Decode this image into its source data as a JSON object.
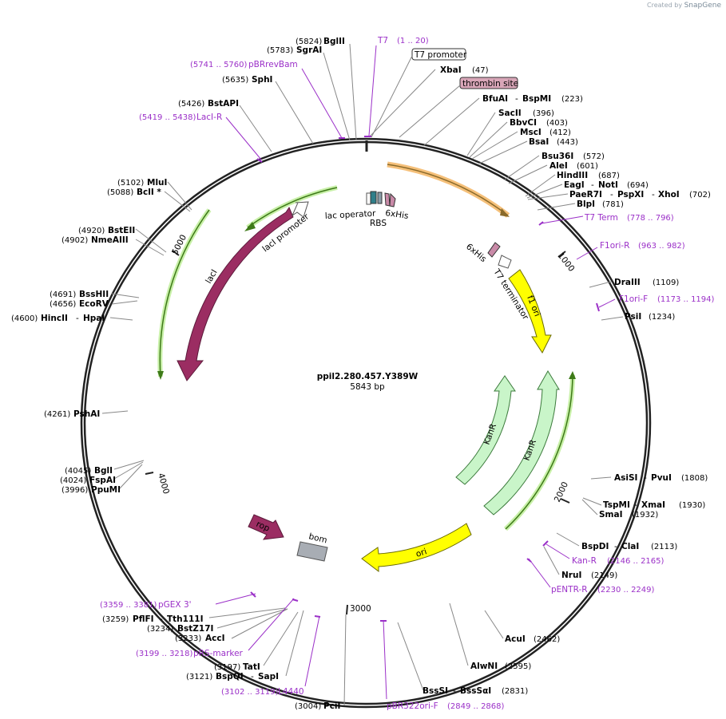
{
  "credit": {
    "text": "Created by",
    "brand": "SnapGene"
  },
  "plasmid": {
    "name": "ppil2.280.457.Y389W",
    "length_text": "5843 bp"
  },
  "colors": {
    "kan": "#c9f5c9",
    "f1ori": "#ffff00",
    "laci": "#9b2d62",
    "t7prim": "#9b30c8",
    "bom": "#a8adb4"
  },
  "ticks": [
    {
      "text": "1000"
    },
    {
      "text": "2000"
    },
    {
      "text": "3000"
    },
    {
      "text": "4000"
    },
    {
      "text": "5000"
    }
  ],
  "sites": [
    {
      "name": "BglII",
      "pos": "(5824)"
    },
    {
      "name": "SgrAI",
      "pos": "(5783)"
    },
    {
      "name": "SphI",
      "pos": "(5635)"
    },
    {
      "name": "BstAPI",
      "pos": "(5426)"
    },
    {
      "name": "XbaI",
      "pos": "(47)"
    },
    {
      "name": "BfuAI",
      "extra": "BspMI",
      "pos": "(223)"
    },
    {
      "name": "SacII",
      "pos": "(396)"
    },
    {
      "name": "BbvCI",
      "pos": "(403)"
    },
    {
      "name": "MscI",
      "pos": "(412)"
    },
    {
      "name": "BsaI",
      "pos": "(443)"
    },
    {
      "name": "Bsu36I",
      "pos": "(572)"
    },
    {
      "name": "AleI",
      "pos": "(601)"
    },
    {
      "name": "HindIII",
      "pos": "(687)"
    },
    {
      "name": "EagI",
      "extra": "NotI",
      "pos": "(694)"
    },
    {
      "name": "PaeR7I",
      "extra": "PspXI",
      "extra2": "XhoI",
      "pos": "(702)"
    },
    {
      "name": "BlpI",
      "pos": "(781)"
    },
    {
      "name": "DraIII",
      "pos": "(1109)"
    },
    {
      "name": "PsiI",
      "pos": "(1234)"
    },
    {
      "name": "AsiSI",
      "extra": "PvuI",
      "pos": "(1808)"
    },
    {
      "name": "TspMI",
      "extra": "XmaI",
      "pos": "(1930)"
    },
    {
      "name": "SmaI",
      "pos": "(1932)"
    },
    {
      "name": "BspDI",
      "extra": "ClaI",
      "pos": "(2113)"
    },
    {
      "name": "NruI",
      "pos": "(2149)"
    },
    {
      "name": "AcuI",
      "pos": "(2462)"
    },
    {
      "name": "AlwNI",
      "pos": "(2595)"
    },
    {
      "name": "BssSI",
      "extra": "BssSαI",
      "pos": "(2831)"
    },
    {
      "name": "PciI",
      "pos": "(3004)"
    },
    {
      "name": "BspQI",
      "extra": "SapI",
      "pos": "(3121)"
    },
    {
      "name": "TatI",
      "pos": "(3197)"
    },
    {
      "name": "AccI",
      "pos": "(3233)"
    },
    {
      "name": "BstZ17I",
      "pos": "(3234)"
    },
    {
      "name": "PflFI",
      "extra": "Tth111I",
      "pos": "(3259)"
    },
    {
      "name": "PpuMI",
      "pos": "(3996)"
    },
    {
      "name": "FspAI",
      "pos": "(4024)"
    },
    {
      "name": "BglI",
      "pos": "(4045)"
    },
    {
      "name": "PshAI",
      "pos": "(4261)"
    },
    {
      "name": "HincII",
      "extra": "HpaI",
      "pos": "(4600)"
    },
    {
      "name": "EcoRV",
      "pos": "(4656)"
    },
    {
      "name": "BssHII",
      "pos": "(4691)"
    },
    {
      "name": "NmeAIII",
      "pos": "(4902)"
    },
    {
      "name": "BstEII",
      "pos": "(4920)"
    },
    {
      "name": "BclI *",
      "pos": "(5088)"
    },
    {
      "name": "MluI",
      "pos": "(5102)"
    }
  ],
  "primers": [
    {
      "name": "T7",
      "pos": "(1 .. 20)"
    },
    {
      "name": "pBRrevBam",
      "pos": "(5741 .. 5760)"
    },
    {
      "name": "LacI-R",
      "pos": "(5419 .. 5438)"
    },
    {
      "name": "T7 Term",
      "pos": "(778 .. 796)"
    },
    {
      "name": "F1ori-R",
      "pos": "(963 .. 982)"
    },
    {
      "name": "F1ori-F",
      "pos": "(1173 .. 1194)"
    },
    {
      "name": "Kan-R",
      "pos": "(2146 .. 2165)"
    },
    {
      "name": "pENTR-R",
      "pos": "(2230 .. 2249)"
    },
    {
      "name": "pBR322ori-F",
      "pos": "(2849 .. 2868)"
    },
    {
      "name": "L4440",
      "pos": "(3102 .. 3119)"
    },
    {
      "name": "pRS-marker",
      "pos": "(3199 .. 3218)"
    },
    {
      "name": "pGEX 3'",
      "pos": "(3359 .. 3381)"
    }
  ],
  "boxed": [
    {
      "name": "T7 promoter"
    },
    {
      "name": "thrombin site"
    }
  ],
  "features": [
    {
      "name": "lac operator"
    },
    {
      "name": "RBS"
    },
    {
      "name": "6xHis"
    },
    {
      "name": "6xHis"
    },
    {
      "name": "T7 terminator"
    },
    {
      "name": "f1 ori"
    },
    {
      "name": "KanR"
    },
    {
      "name": "KanR"
    },
    {
      "name": "ori"
    },
    {
      "name": "bom"
    },
    {
      "name": "rop"
    },
    {
      "name": "lacI"
    },
    {
      "name": "lacI promoter"
    }
  ]
}
